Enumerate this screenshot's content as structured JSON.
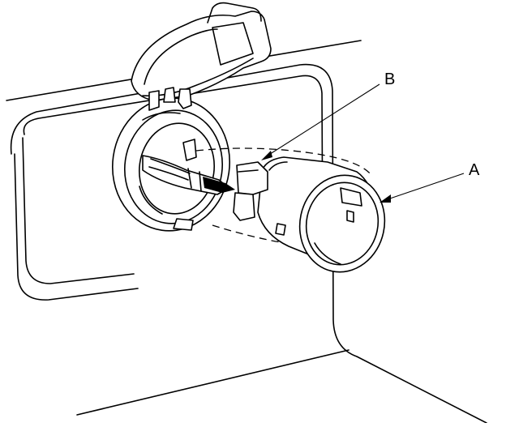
{
  "callouts": {
    "a": "A",
    "b": "B"
  },
  "icons": {
    "panel": "dashboard-panel-outline",
    "cap": "socket-cap-icon",
    "socket": "accessory-socket-housing",
    "tool": "screwdriver-icon",
    "sleeve": "socket-sleeve-icon",
    "tab": "retaining-tab-icon"
  }
}
